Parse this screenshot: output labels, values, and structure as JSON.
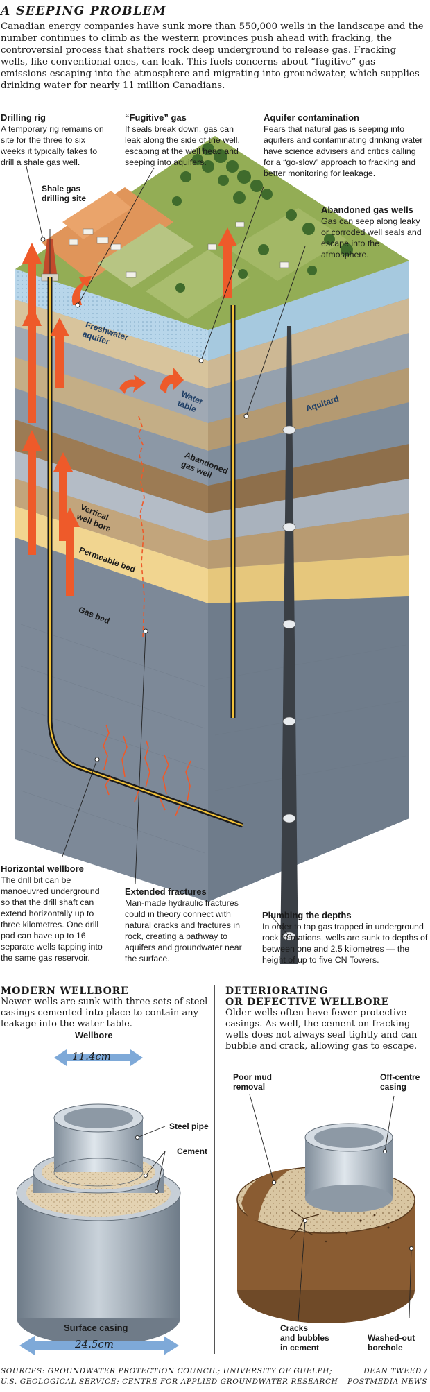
{
  "title": "A SEEPING PROBLEM",
  "intro": "Canadian energy companies have sunk more than 550,000 wells in the landscape and the number continues to climb as the western provinces push ahead with fracking, the controversial process that shatters rock deep underground to release gas. Fracking wells, like conventional ones, can leak. This fuels concerns about “fugitive” gas emissions escaping into the atmosphere and migrating into groundwater, which supplies drinking water for nearly 11 million Canadians.",
  "callouts": {
    "drilling_rig": {
      "heading": "Drilling rig",
      "text": "A temporary rig remains on site for the three to six weeks it typically takes to drill a shale gas well."
    },
    "fugitive_gas": {
      "heading": "“Fugitive” gas",
      "text": "If seals break down, gas can leak along the side of the well, escaping at the well head and seeping into aquifers."
    },
    "aquifer_contamination": {
      "heading": "Aquifer contamination",
      "text": "Fears that natural gas is seeping into aquifers and contaminating drinking water have science advisers and critics calling for a “go-slow” approach to fracking and better monitoring for leakage."
    },
    "abandoned_gas_wells": {
      "heading": "Abandoned gas wells",
      "text": "Gas can seep along leaky or corroded well seals and escape into the atmosphere."
    },
    "horizontal_wellbore": {
      "heading": "Horizontal wellbore",
      "text": "The drill bit can be manoeuvred underground so that the drill shaft can extend horizontally up to three kilometres. One drill pad can have up to 16 separate wells tapping into the same gas reservoir."
    },
    "extended_fractures": {
      "heading": "Extended fractures",
      "text": "Man-made hydraulic fractures could in theory connect with natural cracks and fractures in rock, creating a pathway to aquifers and groundwater near the surface."
    },
    "plumbing_depths": {
      "heading": "Plumbing the depths",
      "text": "In order to tap gas trapped in underground rock formations, wells are sunk to depths of between one and 2.5 kilometres — the height of up to five CN Towers."
    }
  },
  "tags": {
    "shale_site_line1": "Shale gas",
    "shale_site_line2": "drilling site",
    "freshwater_line1": "Freshwater",
    "freshwater_line2": "aquifer",
    "water_table_line1": "Water",
    "water_table_line2": "table",
    "aquitard": "Aquitard",
    "abandoned_well_line1": "Abandoned",
    "abandoned_well_line2": "gas well",
    "vertical_bore_line1": "Vertical",
    "vertical_bore_line2": "well bore",
    "permeable_bed": "Permeable bed",
    "gas_bed": "Gas bed"
  },
  "modern": {
    "title": "MODERN WELLBORE",
    "text": "Newer wells are sunk with three sets of steel casings cemented into place to contain any leakage into the water table.",
    "wellbore_label": "Wellbore",
    "wellbore_size": "11.4cm",
    "steel_pipe": "Steel pipe",
    "cement": "Cement",
    "surface_casing": "Surface casing",
    "surface_size": "24.5cm"
  },
  "defective": {
    "title_line1": "DETERIORATING",
    "title_line2": "OR DEFECTIVE WELLBORE",
    "text": "Older wells often have fewer protective casings. As well, the cement on fracking wells does not always seal tightly and can bubble and crack, allowing gas to escape.",
    "poor_mud_line1": "Poor mud",
    "poor_mud_line2": "removal",
    "off_centre_line1": "Off-centre",
    "off_centre_line2": "casing",
    "cracks_line1": "Cracks",
    "cracks_line2": "and bubbles",
    "cracks_line3": "in cement",
    "washed_line1": "Washed-out",
    "washed_line2": "borehole"
  },
  "footer": {
    "sources_line1": "SOURCES: GROUNDWATER PROTECTION COUNCIL; UNIVERSITY OF GUELPH;",
    "sources_line2": "U.S. GEOLOGICAL SERVICE; CENTRE FOR APPLIED GROUNDWATER RESEARCH",
    "credit_line1": "DEAN TWEED /",
    "credit_line2": "POSTMEDIA NEWS"
  },
  "colors": {
    "grass": "#8fa84a",
    "soil": "#d98b52",
    "aquifer": "#a9cde6",
    "tan_layer": "#c9b48f",
    "brown_layer": "#9b7a52",
    "gray_rock": "#8b98a6",
    "gas_bed": "#f0d488",
    "gas_arrow": "#ee5a2a",
    "pipe_accent": "#f2c23a"
  }
}
